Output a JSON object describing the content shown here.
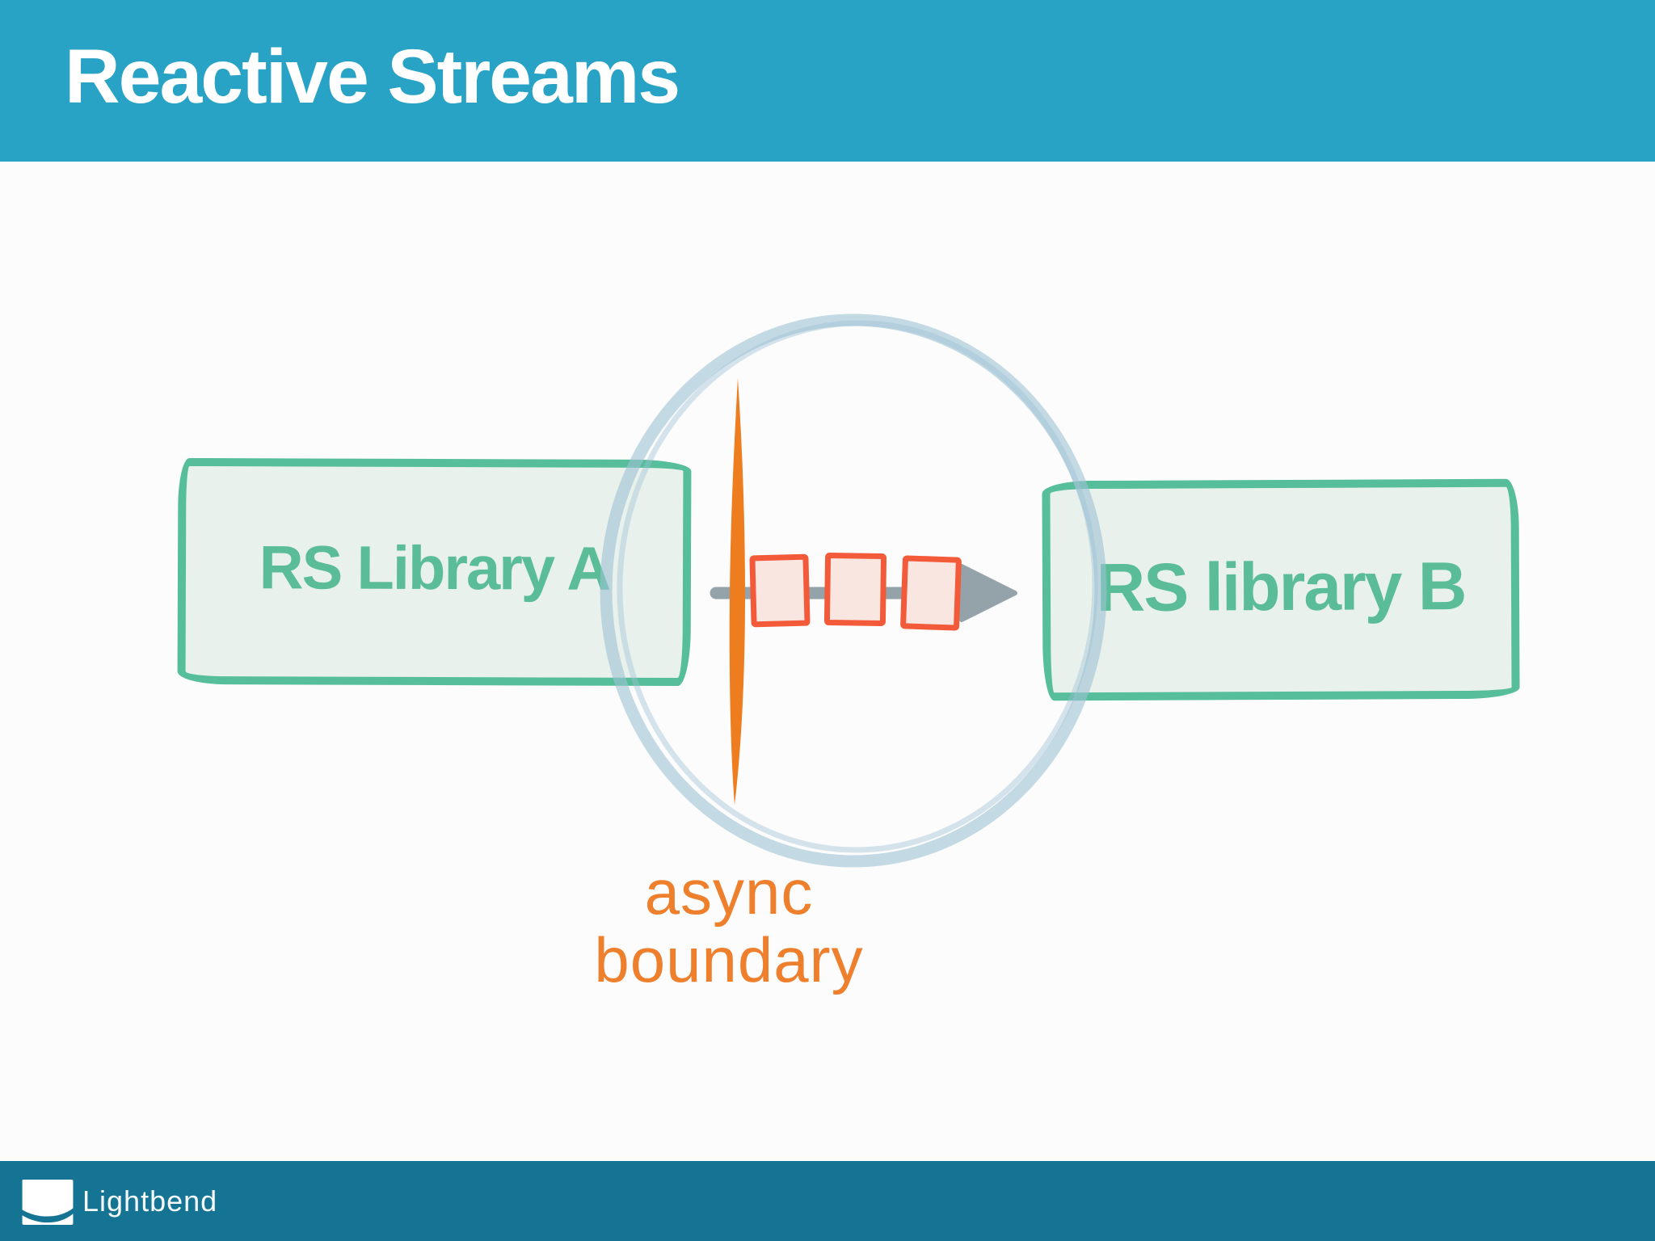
{
  "slide": {
    "title": "Reactive Streams",
    "boxes": [
      {
        "id": "rs-library-a",
        "label": "RS Library A"
      },
      {
        "id": "rs-library-b",
        "label": "RS library B"
      }
    ],
    "annotation": {
      "line1": "async",
      "line2": "boundary"
    },
    "stream": {
      "element_count": 3,
      "direction": "left-to-right"
    },
    "footer": {
      "brand": "Lightbend"
    }
  },
  "colors": {
    "header_bg": "#28a2c5",
    "footer_bg": "#157394",
    "box_border": "#57be9b",
    "box_fill": "#e8f1ec",
    "box_label": "#5abd98",
    "circle_stroke": "#9dc1d4",
    "async_line": "#ee7d1f",
    "annotation_text": "#ee7f2d",
    "square_border": "#f25a3a",
    "square_fill": "#f9e6e0",
    "arrow": "#94a3aa",
    "canvas_bg": "#fcfcfc",
    "text_on_dark": "#ffffff"
  }
}
